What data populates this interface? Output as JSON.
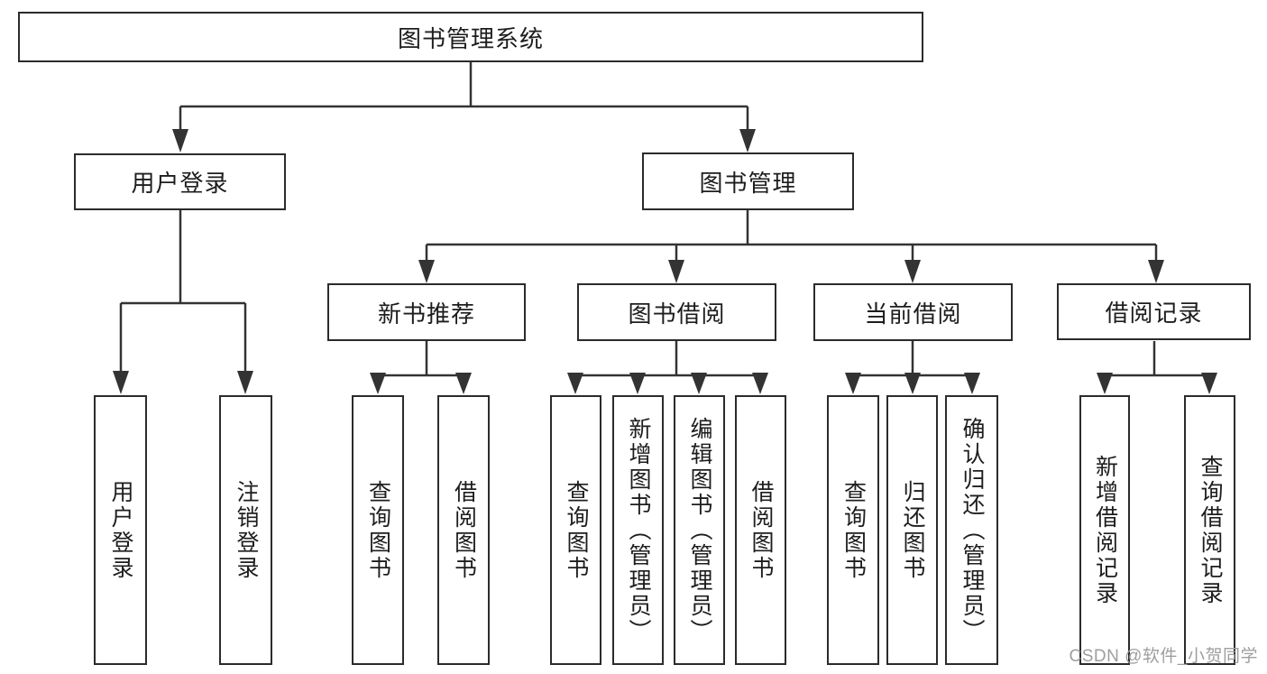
{
  "tree": {
    "label": "图书管理系统",
    "children": [
      {
        "label": "用户登录",
        "children": [
          {
            "label": "用户登录"
          },
          {
            "label": "注销登录"
          }
        ]
      },
      {
        "label": "图书管理",
        "children": [
          {
            "label": "新书推荐",
            "children": [
              {
                "label": "查询图书"
              },
              {
                "label": "借阅图书"
              }
            ]
          },
          {
            "label": "图书借阅",
            "children": [
              {
                "label": "查询图书"
              },
              {
                "label": "新增图书（管理员）"
              },
              {
                "label": "编辑图书（管理员）"
              },
              {
                "label": "借阅图书"
              }
            ]
          },
          {
            "label": "当前借阅",
            "children": [
              {
                "label": "查询图书"
              },
              {
                "label": "归还图书"
              },
              {
                "label": "确认归还（管理员）"
              }
            ]
          },
          {
            "label": "借阅记录",
            "children": [
              {
                "label": "新增借阅记录"
              },
              {
                "label": "查询借阅记录"
              }
            ]
          }
        ]
      }
    ]
  },
  "watermark": {
    "text": "CSDN @软件_小贺同学"
  },
  "colors": {
    "line": "#333333",
    "border": "#2b2b2b",
    "text": "#1d1d1f",
    "watermark": "#9e9e9e",
    "background": "#ffffff"
  }
}
